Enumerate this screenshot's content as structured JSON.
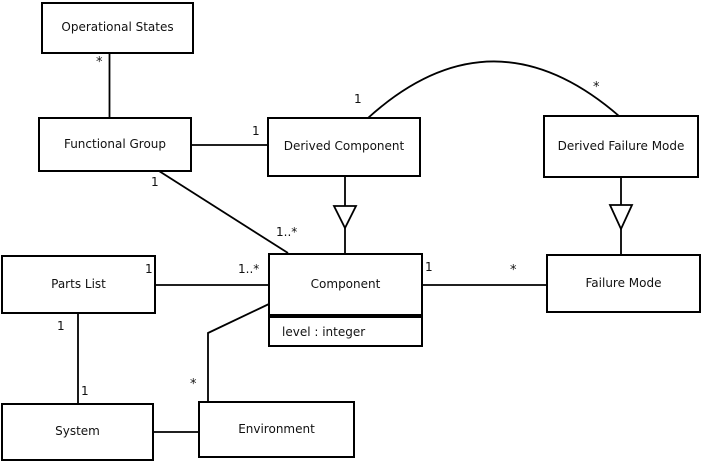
{
  "diagram": {
    "type": "uml-class-diagram",
    "background_color": "#ffffff",
    "line_color": "#000000",
    "classes": [
      {
        "name": "Operational States"
      },
      {
        "name": "Functional Group"
      },
      {
        "name": "Derived Component"
      },
      {
        "name": "Derived Failure Mode"
      },
      {
        "name": "Component",
        "attributes": [
          "level : integer"
        ]
      },
      {
        "name": "Failure Mode"
      },
      {
        "name": "Parts List"
      },
      {
        "name": "System"
      },
      {
        "name": "Environment"
      }
    ],
    "relationships": [
      {
        "from": "Operational States",
        "to": "Functional Group",
        "type": "association",
        "from_label": "*"
      },
      {
        "from": "Functional Group",
        "to": "Derived Component",
        "type": "association",
        "to_label": "1"
      },
      {
        "from": "Functional Group",
        "to": "Component",
        "type": "association",
        "from_label": "1",
        "to_label": "1..*"
      },
      {
        "from": "Derived Component",
        "to": "Component",
        "type": "generalization"
      },
      {
        "from": "Derived Failure Mode",
        "to": "Failure Mode",
        "type": "generalization"
      },
      {
        "from": "Derived Component",
        "to": "Derived Failure Mode",
        "type": "association",
        "from_label": "1",
        "to_label": "*"
      },
      {
        "from": "Parts List",
        "to": "Component",
        "type": "association",
        "from_label": "1",
        "to_label": "1..*"
      },
      {
        "from": "Component",
        "to": "Failure Mode",
        "type": "association",
        "from_label": "1",
        "to_label": "*"
      },
      {
        "from": "Parts List",
        "to": "System",
        "type": "association",
        "from_label": "1",
        "to_label": "1"
      },
      {
        "from": "Component",
        "to": "Environment",
        "type": "association",
        "to_label": "*"
      },
      {
        "from": "System",
        "to": "Environment",
        "type": "association"
      }
    ]
  }
}
